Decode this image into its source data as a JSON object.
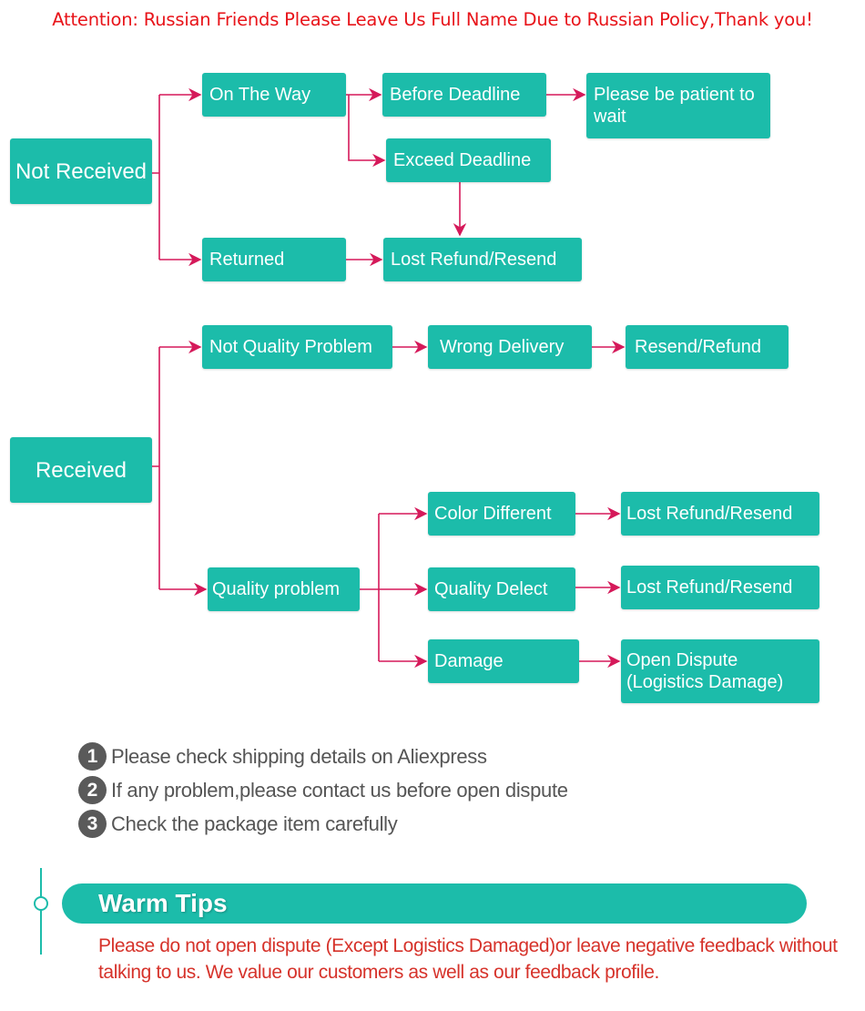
{
  "attention": "Attention: Russian Friends Please Leave Us Full Name Due to Russian Policy,Thank you!",
  "flow": {
    "not_received": {
      "root": "Not Received",
      "on_the_way": "On The Way",
      "before_deadline": "Before Deadline",
      "patient": "Please be patient to wait",
      "exceed_deadline": "Exceed Deadline",
      "returned": "Returned",
      "lost_refund": "Lost Refund/Resend"
    },
    "received": {
      "root": "Received",
      "not_quality": "Not Quality Problem",
      "wrong_delivery": "Wrong Delivery",
      "resend_refund": "Resend/Refund",
      "quality_problem": "Quality problem",
      "color_different": "Color Different",
      "color_result": "Lost Refund/Resend",
      "quality_defect": "Quality Delect",
      "defect_result": "Lost Refund/Resend",
      "damage": "Damage",
      "damage_result": "Open Dispute (Logistics Damage)"
    }
  },
  "notes": [
    {
      "num": "1",
      "text": "Please check shipping details on Aliexpress"
    },
    {
      "num": "2",
      "text": "If any problem,please contact us before open dispute"
    },
    {
      "num": "3",
      "text": "Check the package item carefully"
    }
  ],
  "tips": {
    "title": "Warm Tips",
    "body": "Please do not open dispute (Except Logistics Damaged)or leave negative feedback without talking to us. We value our customers as well as our feedback profile."
  },
  "colors": {
    "box": "#1cbcaa",
    "arrow": "#d5195a",
    "attention": "#e8141a",
    "tips_text": "#d6322a"
  }
}
